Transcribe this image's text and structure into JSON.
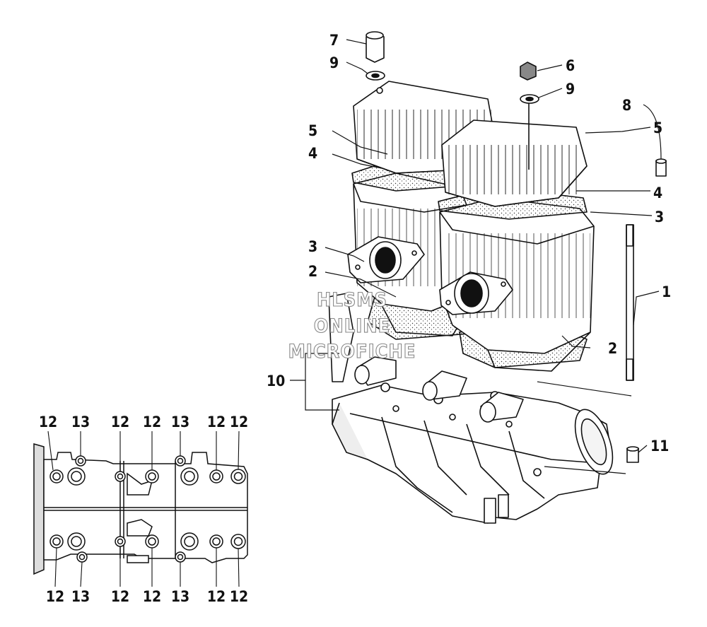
{
  "watermark": {
    "line1": "HLSMS",
    "line2": "ONLINE",
    "line3": "MICROFICHE"
  },
  "callouts": {
    "c1": "1",
    "c2a": "2",
    "c2b": "2",
    "c3a": "3",
    "c3b": "3",
    "c4a": "4",
    "c4b": "4",
    "c5a": "5",
    "c5b": "5",
    "c6": "6",
    "c7": "7",
    "c8": "8",
    "c9a": "9",
    "c9b": "9",
    "c10": "10",
    "c11": "11"
  },
  "bottom_view": {
    "top_labels": [
      "12",
      "13",
      "12",
      "12",
      "13",
      "12",
      "12"
    ],
    "bottom_labels": [
      "12",
      "13",
      "12",
      "12",
      "13",
      "12",
      "12"
    ]
  }
}
